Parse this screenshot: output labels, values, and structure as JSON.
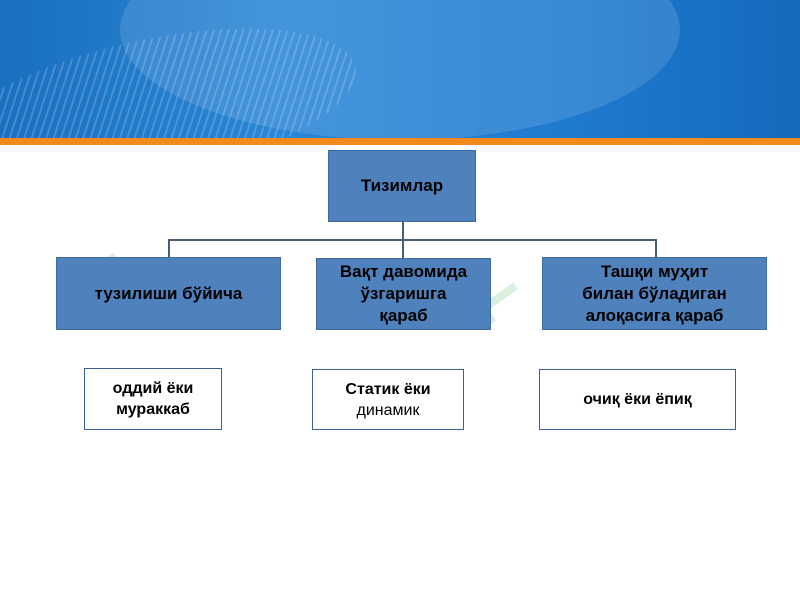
{
  "root": {
    "label": "Тизимлар"
  },
  "categories": [
    {
      "label_lines": [
        "тузилиши бўйича"
      ]
    },
    {
      "label_lines": [
        "Вақт давомида",
        "ўзгаришга",
        "қараб"
      ]
    },
    {
      "label_lines": [
        "Ташқи муҳит",
        "билан бўладиган",
        "алоқасига қараб"
      ]
    }
  ],
  "examples": [
    {
      "lines": [
        "оддий ёки",
        "мураккаб"
      ]
    },
    {
      "lines": [
        "Статик  ёки",
        "динамик"
      ]
    },
    {
      "lines": [
        "очиқ ёки ёпиқ"
      ]
    }
  ],
  "colors": {
    "box_blue": "#4f81bd",
    "header_blue": "#1f7bd0",
    "accent_orange": "#f08a1c"
  }
}
